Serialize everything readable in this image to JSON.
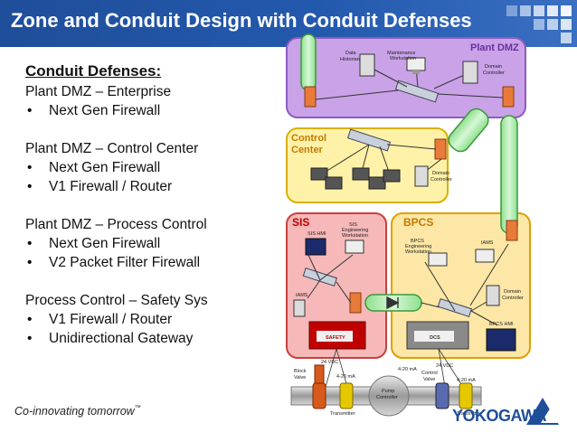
{
  "header": {
    "title": "Zone and Conduit Design with Conduit Defenses"
  },
  "defenses": {
    "heading": "Conduit Defenses:",
    "groups": [
      {
        "name": "Plant DMZ – Enterprise",
        "items": [
          "Next Gen Firewall"
        ]
      },
      {
        "name": "Plant DMZ – Control Center",
        "items": [
          "Next Gen Firewall",
          "V1 Firewall / Router"
        ]
      },
      {
        "name": "Plant DMZ – Process Control",
        "items": [
          "Next Gen Firewall",
          "V2 Packet Filter Firewall"
        ]
      },
      {
        "name": "Process Control – Safety Sys",
        "items": [
          "V1 Firewall / Router",
          "Unidirectional Gateway"
        ]
      }
    ]
  },
  "diagram": {
    "zones": {
      "plant_dmz": "Plant DMZ",
      "control_center": "Control Center",
      "sis": "SIS",
      "bpcs": "BPCS"
    },
    "labels": {
      "maintenance_ws": "Maintenance Workstation",
      "data_historian": "Data Historian",
      "domain_controller": "Domain Controller",
      "sis_hmi": "SIS HMI",
      "sis_eng_ws": "SIS Engineering Workstation",
      "bpcs_eng_ws": "BPCS Engineering Workstation",
      "iams": "IAMS",
      "bpcs_hmi": "BPCS HMI",
      "safety": "SAFETY",
      "dcs": "DCS",
      "vdc_24": "24 VDC",
      "ma_4_20": "4-20 mA",
      "block_valve": "Block Valve",
      "control_valve": "Control Valve",
      "pump_controller": "Pump Controller",
      "transmitter": "Transmitter"
    }
  },
  "footer": {
    "tagline": "Co-innovating tomorrow",
    "tm": "™",
    "brand": "YOKOGAWA"
  },
  "colors": {
    "title_bar": "#2359ad",
    "plant_dmz": "#c9a2e8",
    "control_center": "#fff2a8",
    "sis": "#f6b8b8",
    "bpcs": "#fde7a6",
    "conduit": "#b9f0b9"
  }
}
